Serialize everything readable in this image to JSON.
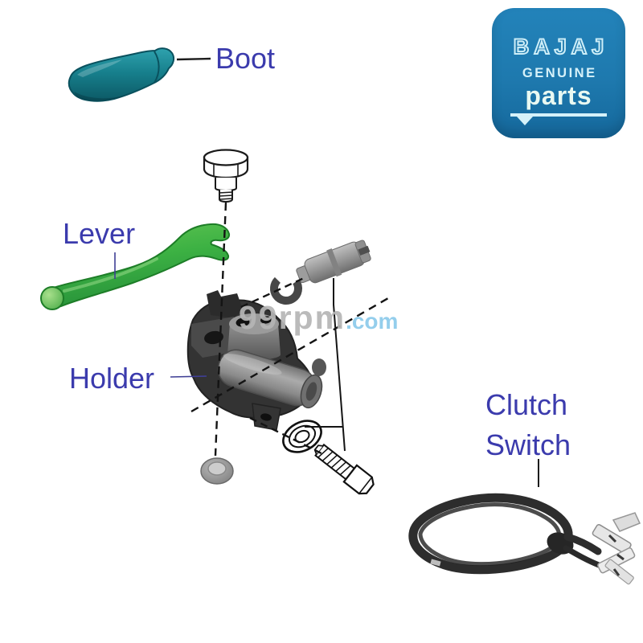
{
  "canvas": {
    "background": "#ffffff"
  },
  "labels": {
    "color": "#3b3bad",
    "boot": "Boot",
    "lever": "Lever",
    "holder": "Holder",
    "clutch_line1": "Clutch",
    "clutch_line2": "Switch"
  },
  "logo": {
    "brand": "BAJAJ",
    "genuine": "GENUINE",
    "parts": "parts",
    "background": "#1e79ae",
    "text_color": "#d5f1f9"
  },
  "watermark": {
    "name": "99rpm",
    "tld": ".com",
    "name_color": "#b6b6b6",
    "tld_color": "#8ccaeb"
  },
  "colors": {
    "boot_teal": "#17808d",
    "lever_green": "#3cb143",
    "holder_gray": "#333333",
    "switch_wire": "#2d2d2d",
    "line_dark": "#1a1a1a",
    "label_blue": "#3b3bad",
    "logo_blue": "#1e79ae"
  }
}
